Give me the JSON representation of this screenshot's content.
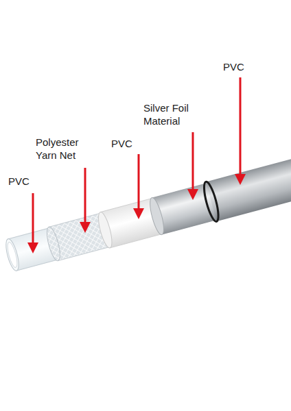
{
  "diagram": {
    "labels": [
      "PVC",
      "Polyester Yarn Net",
      "PVC",
      "Silver Foil Material",
      "PVC"
    ]
  }
}
